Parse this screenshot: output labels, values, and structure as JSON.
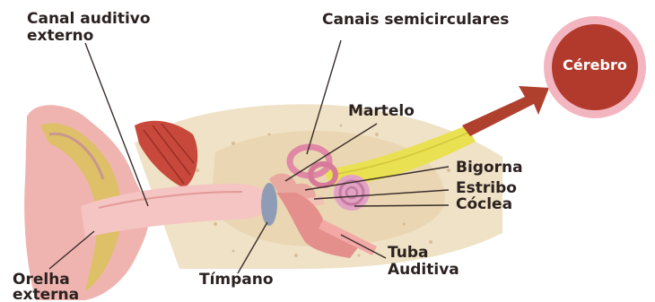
{
  "labels": {
    "canal_line1": "Canal auditivo",
    "canal_line2": "externo",
    "canais": "Canais semicirculares",
    "martelo": "Martelo",
    "bigorna": "Bigorna",
    "estribo": "Estribo",
    "coclea": "Cóclea",
    "tuba_line1": "Tuba",
    "tuba_line2": "Auditiva",
    "timpano": "Tímpano",
    "orelha_line1": "Orelha",
    "orelha_line2": "externa",
    "cerebro": "Cérebro"
  },
  "colors": {
    "brain_fill": "#b23a2c",
    "brain_ring": "#f3b6c0",
    "arrow": "#b0402e",
    "nerve": "#e9e052",
    "skin": "#efb4b0",
    "bone": "#f2e3c9",
    "label_text": "#2b2220"
  }
}
